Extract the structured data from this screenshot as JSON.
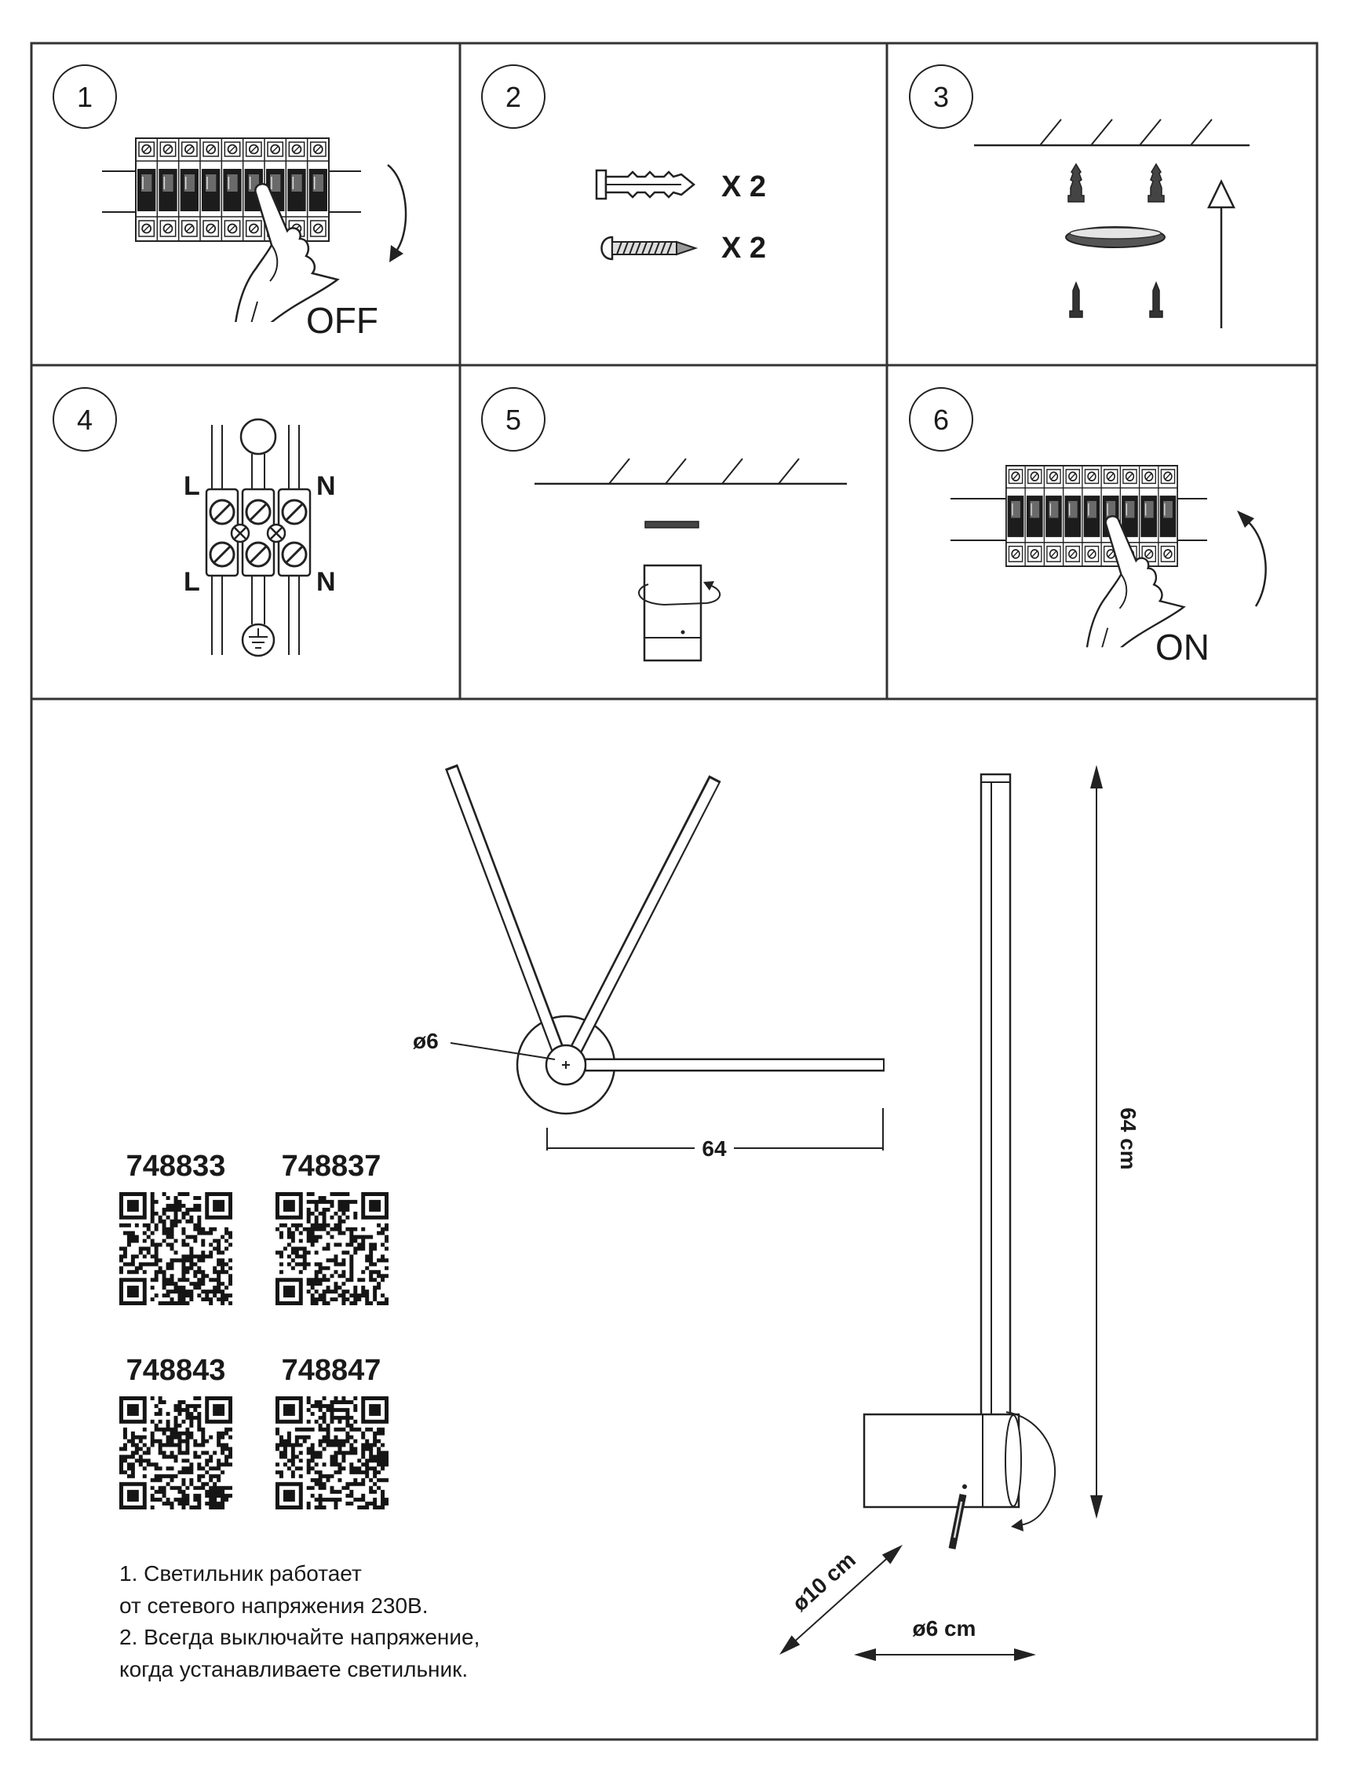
{
  "document": {
    "background": "#ffffff",
    "line_color": "#222222"
  },
  "steps": [
    {
      "number": "1",
      "action_label": "OFF"
    },
    {
      "number": "2",
      "dowel_qty": "X 2",
      "screw_qty": "X 2"
    },
    {
      "number": "3"
    },
    {
      "number": "4",
      "terminal_labels": {
        "top_left": "L",
        "top_right": "N",
        "bottom_left": "L",
        "bottom_right": "N"
      }
    },
    {
      "number": "5"
    },
    {
      "number": "6",
      "action_label": "ON"
    }
  ],
  "dimensions": {
    "top_view": {
      "inner_diameter": "ø6",
      "arm_length": "64"
    },
    "side_view": {
      "height": "64 cm",
      "base_diameter": "ø10 cm",
      "base_width": "ø6 cm"
    }
  },
  "product_codes": [
    "748833",
    "748837",
    "748843",
    "748847"
  ],
  "notes": [
    "1. Светильник работает",
    "от сетевого напряжения 230В.",
    "2. Всегда выключайте напряжение,",
    "когда устанавливаете светильник."
  ],
  "icons": [
    "circuit-breaker-icon",
    "hand-icon",
    "rotate-arrow-icon",
    "wall-dowel-icon",
    "screw-icon",
    "ceiling-plate-icon",
    "up-arrow-icon",
    "terminal-block-icon",
    "earth-ground-icon",
    "qr-code-icon"
  ]
}
